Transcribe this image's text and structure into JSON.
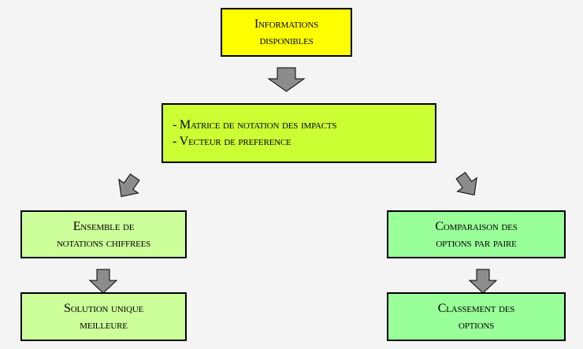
{
  "colors": {
    "background": "#f4f4f4",
    "top_box": "#ffff00",
    "middle_box": "#ccff33",
    "left_boxes": "#ccff99",
    "right_boxes": "#99ff99",
    "arrow_fill": "#8c8c8c"
  },
  "boxes": {
    "info": {
      "lines": [
        "Informations",
        "disponibles"
      ]
    },
    "matrice": {
      "lines": [
        "- Matrice de notation des impacts",
        "- Vecteur de preference"
      ]
    },
    "ensemble": {
      "lines": [
        "Ensemble de",
        "notations chiffrees"
      ]
    },
    "comparaison": {
      "lines": [
        "Comparaison des",
        "options par paire"
      ]
    },
    "solution": {
      "lines": [
        "Solution unique",
        "meilleure"
      ]
    },
    "classement": {
      "lines": [
        "Classement des",
        "options"
      ]
    }
  }
}
